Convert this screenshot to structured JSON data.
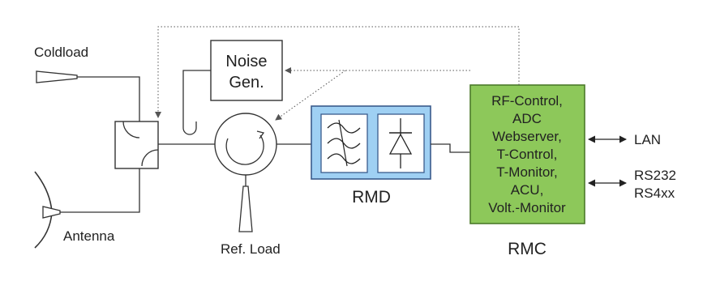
{
  "labels": {
    "coldload": "Coldload",
    "antenna": "Antenna",
    "noise_gen_line1": "Noise",
    "noise_gen_line2": "Gen.",
    "ref_load": "Ref. Load",
    "rmd": "RMD",
    "rmc": "RMC",
    "rmc_functions": [
      "RF-Control,",
      "ADC",
      "Webserver,",
      "T-Control,",
      "T-Monitor,",
      "ACU,",
      "Volt.-Monitor"
    ],
    "lan": "LAN",
    "rs232": "RS232",
    "rs4xx": "RS4xx"
  },
  "colors": {
    "rmd_fill": "#9fd0f3",
    "rmd_border": "#3a5b8c",
    "rmc_fill": "#8dc85a",
    "rmc_border": "#4c7a2a"
  }
}
